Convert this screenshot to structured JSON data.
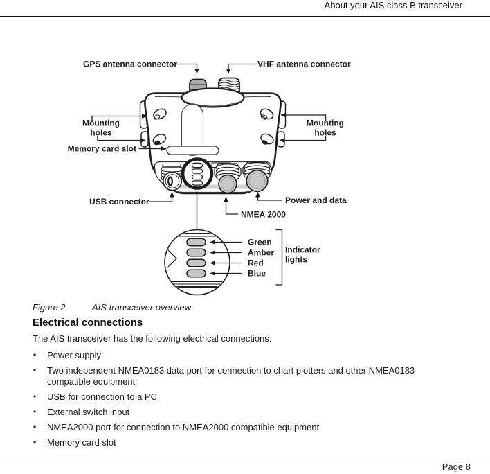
{
  "header": {
    "title": "About your AIS class B transceiver"
  },
  "diagram": {
    "labels": {
      "gps": "GPS antenna connector",
      "vhf": "VHF antenna connector",
      "mounting_line1": "Mounting",
      "mounting_line2": "holes",
      "memory_card": "Memory card slot",
      "usb": "USB connector",
      "nmea2000": "NMEA 2000",
      "power_data": "Power and data",
      "indicator_line1": "Indicator",
      "indicator_line2": "lights"
    },
    "indicator_lights": [
      "Green",
      "Amber",
      "Red",
      "Blue"
    ],
    "colors": {
      "line": "#1d1d1d",
      "led_pill": "#c5c5c5",
      "connector_face": "#c8c8c8",
      "gps_thread": "#ababab"
    }
  },
  "caption": {
    "label": "Figure 2",
    "title": "AIS transceiver overview"
  },
  "section": {
    "heading": "Electrical connections",
    "intro": "The AIS transceiver has the following electrical connections:",
    "bullets": [
      "Power supply",
      "Two independent NMEA0183 data port for connection to chart plotters and other NMEA0183 compatible equipment",
      "USB for connection to a PC",
      "External switch input",
      "NMEA2000 port for connection to NMEA2000 compatible equipment",
      "Memory card slot"
    ]
  },
  "footer": {
    "page": "Page 8"
  }
}
